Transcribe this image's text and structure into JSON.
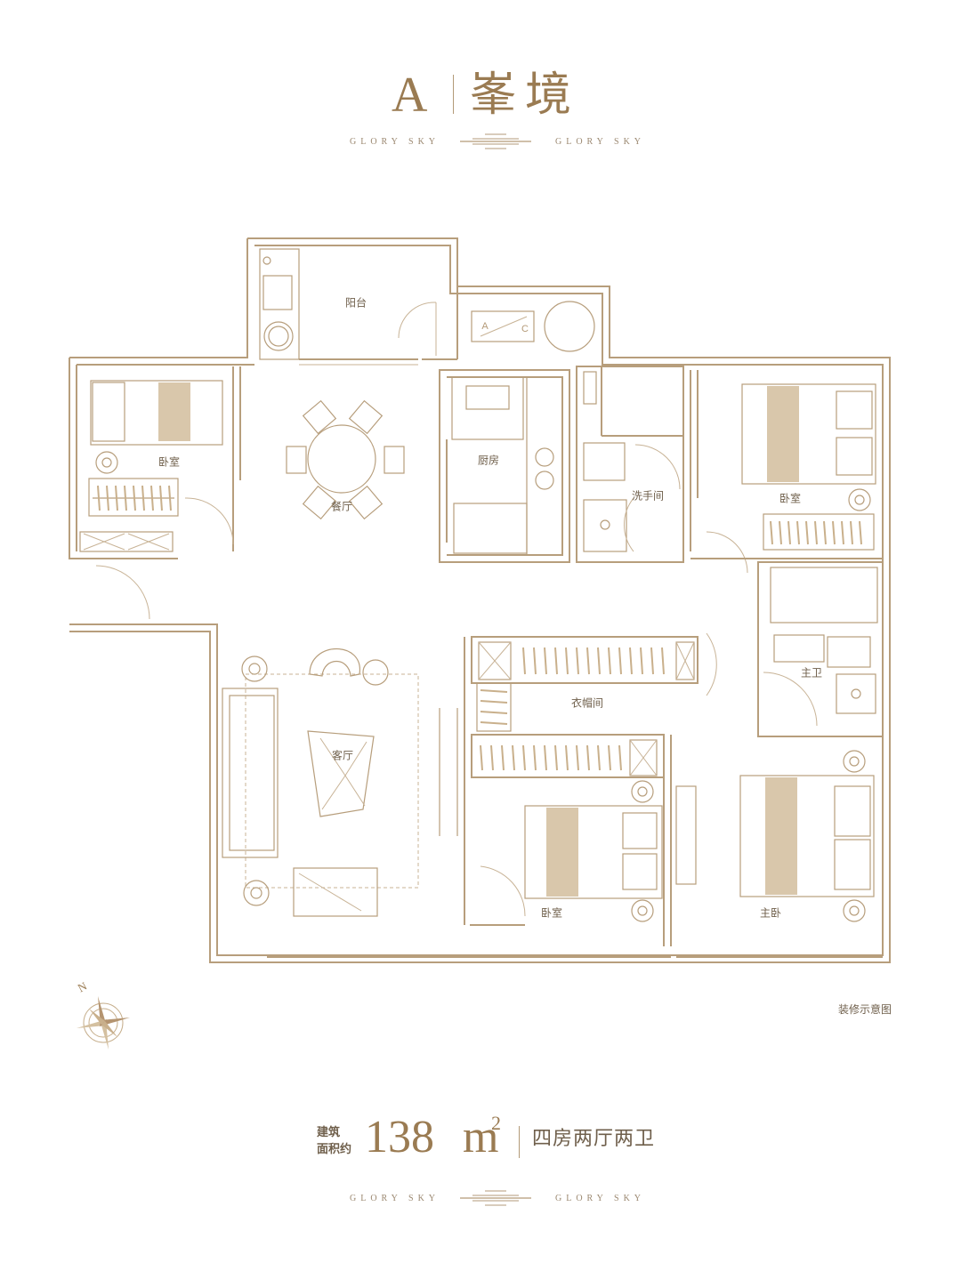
{
  "header": {
    "letter": "A",
    "name": "峯境",
    "tagline_left": "GLORY SKY",
    "tagline_right": "GLORY SKY"
  },
  "rooms": {
    "balcony": "阳台",
    "dining": "餐厅",
    "kitchen": "厨房",
    "washroom": "洗手间",
    "bedroom_nw": "卧室",
    "bedroom_ne": "卧室",
    "master_bath": "主卫",
    "cloakroom": "衣帽间",
    "living": "客厅",
    "bedroom_s": "卧室",
    "master_bedroom": "主卧",
    "appliance_a": "A",
    "appliance_c": "C"
  },
  "compass": {
    "north": "N"
  },
  "note": "装修示意图",
  "footer": {
    "area_caption_1": "建筑",
    "area_caption_2": "面积约",
    "area_value": "138",
    "area_unit": "m",
    "area_unit_sup": "2",
    "layout_type": "四房两厅两卫",
    "tagline_left": "GLORY SKY",
    "tagline_right": "GLORY SKY"
  },
  "colors": {
    "accent": "#9a7b52",
    "line": "#b79e7c",
    "text": "#6f5f4b"
  }
}
